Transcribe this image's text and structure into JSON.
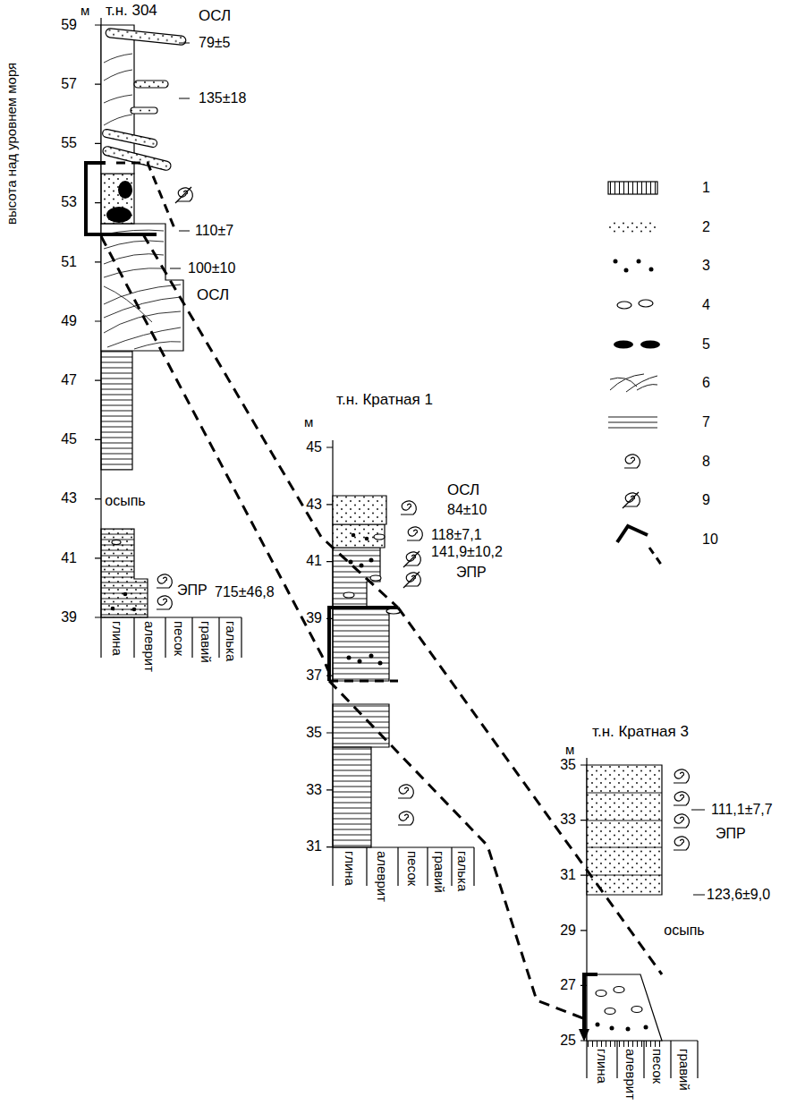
{
  "diagram": {
    "labels": [
      "т.н. 304",
      "м",
      "59",
      "57",
      "55",
      "53",
      "51",
      "49",
      "47",
      "45",
      "43",
      "41",
      "39",
      "ОСЛ",
      "79±5",
      "135±18",
      "110±7",
      "100±10",
      "ОСЛ",
      "осыпь",
      "ЭПР",
      "715±46,8",
      "высота над уровнем моря",
      "глина",
      "алеврит",
      "песок",
      "гравий",
      "галька",
      "т.н. Кратная 1",
      "м",
      "45",
      "43",
      "41",
      "39",
      "37",
      "35",
      "33",
      "31",
      "ОСЛ",
      "84±10",
      "118±7,1",
      "141,9±10,2",
      "ЭПР",
      "глина",
      "алеврит",
      "песок",
      "гравий",
      "галька",
      "т.н. Кратная 3",
      "м",
      "35",
      "33",
      "31",
      "29",
      "27",
      "25",
      "111,1±7,7",
      "ЭПР",
      "123,6±9,0",
      "осыпь",
      "глина",
      "алеврит",
      "песок",
      "гравий"
    ],
    "legend": [
      {
        "text": "1"
      },
      {
        "text": "2"
      },
      {
        "text": "3"
      },
      {
        "text": "4"
      },
      {
        "text": "5"
      },
      {
        "text": "6"
      },
      {
        "text": "7"
      },
      {
        "text": "8"
      },
      {
        "text": "9"
      },
      {
        "text": "10"
      }
    ]
  }
}
